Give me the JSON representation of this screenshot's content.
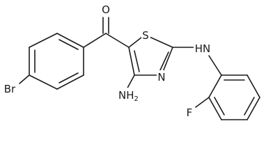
{
  "molecule": {
    "atoms": {
      "carbonyl_oxygen": "O",
      "thiazole_sulfur": "S",
      "thiazole_nitrogen": "N",
      "amino_group": "NH",
      "amino_subscript": "2",
      "bridge_amine": "HN",
      "bromine": "Br",
      "fluorine": "F"
    }
  }
}
